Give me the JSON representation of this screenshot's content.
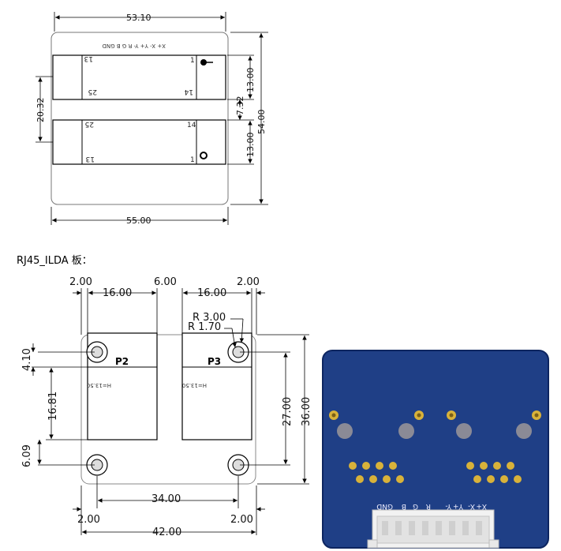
{
  "top_drawing": {
    "dims": {
      "width_top": "53.10",
      "width_bottom": "55.00",
      "height_total": "54.00",
      "conn_upper": "13.00",
      "conn_lower": "13.00",
      "gap": "7.32",
      "left_span": "20.32"
    },
    "connector_upper": {
      "pin_top_left": "13",
      "pin_top_right": "1",
      "pin_bot_left": "25",
      "pin_bot_right": "14"
    },
    "connector_lower": {
      "pin_top_left": "25",
      "pin_top_right": "14",
      "pin_bot_left": "13",
      "pin_bot_right": "1"
    },
    "silk_labels": "X+ X- Y+ Y- R G B GND"
  },
  "caption": "RJ45_ILDA 板：",
  "rj45_drawing": {
    "dims": {
      "top_left_edge": "2.00",
      "top_left_width": "16.00",
      "top_gap": "6.00",
      "top_right_width": "16.00",
      "top_right_edge": "2.00",
      "radius_outer": "R 3.00",
      "radius_inner": "R 1.70",
      "left_a": "4.10",
      "left_b": "16.81",
      "left_c": "6.09",
      "right_inner": "27.00",
      "right_outer": "36.00",
      "bottom_inner": "34.00",
      "bottom_left": "2.00",
      "bottom_right": "2.00",
      "bottom_total": "42.00"
    },
    "ports": {
      "left": "P2",
      "right": "P3",
      "height_note": "H=13.50"
    }
  },
  "pcb": {
    "pin_labels": [
      "X+",
      "X-",
      "Y+",
      "Y-",
      "R",
      "G",
      "B",
      "GND"
    ]
  },
  "colors": {
    "pcb_blue": "#1f3f86",
    "pad_gold": "#d8b23a",
    "hole_grey": "#8a8a96"
  }
}
